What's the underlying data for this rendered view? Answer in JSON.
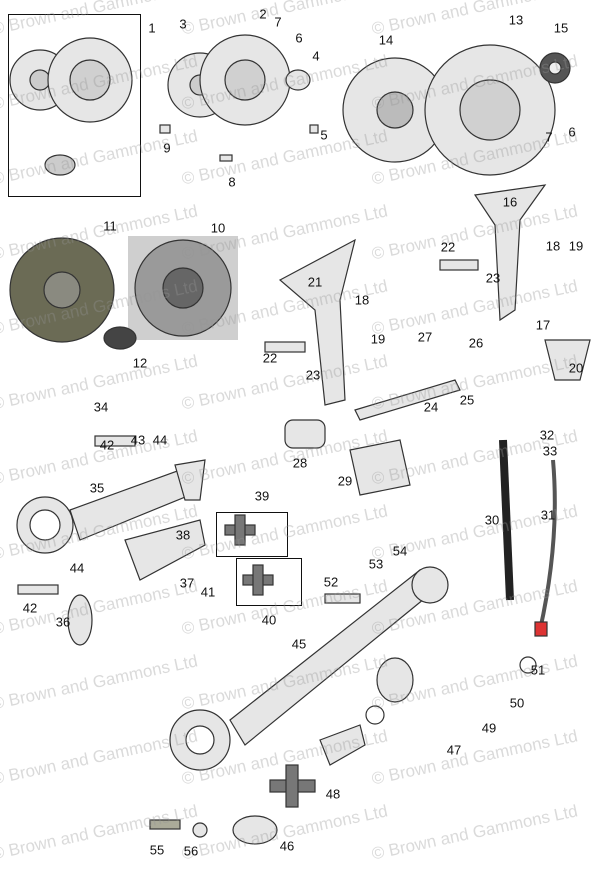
{
  "watermark": "© Brown and Gammons Ltd",
  "labels": [
    "1",
    "3",
    "2",
    "7",
    "6",
    "4",
    "5",
    "9",
    "8",
    "14",
    "13",
    "15",
    "7",
    "6",
    "11",
    "10",
    "12",
    "34",
    "16",
    "22",
    "23",
    "18",
    "19",
    "17",
    "21",
    "18",
    "19",
    "22",
    "23",
    "27",
    "26",
    "20",
    "24",
    "25",
    "28",
    "29",
    "42",
    "43",
    "44",
    "35",
    "39",
    "38",
    "37",
    "41",
    "40",
    "44",
    "42",
    "36",
    "32",
    "33",
    "30",
    "31",
    "52",
    "53",
    "54",
    "45",
    "51",
    "50",
    "49",
    "47",
    "48",
    "55",
    "56",
    "46"
  ]
}
